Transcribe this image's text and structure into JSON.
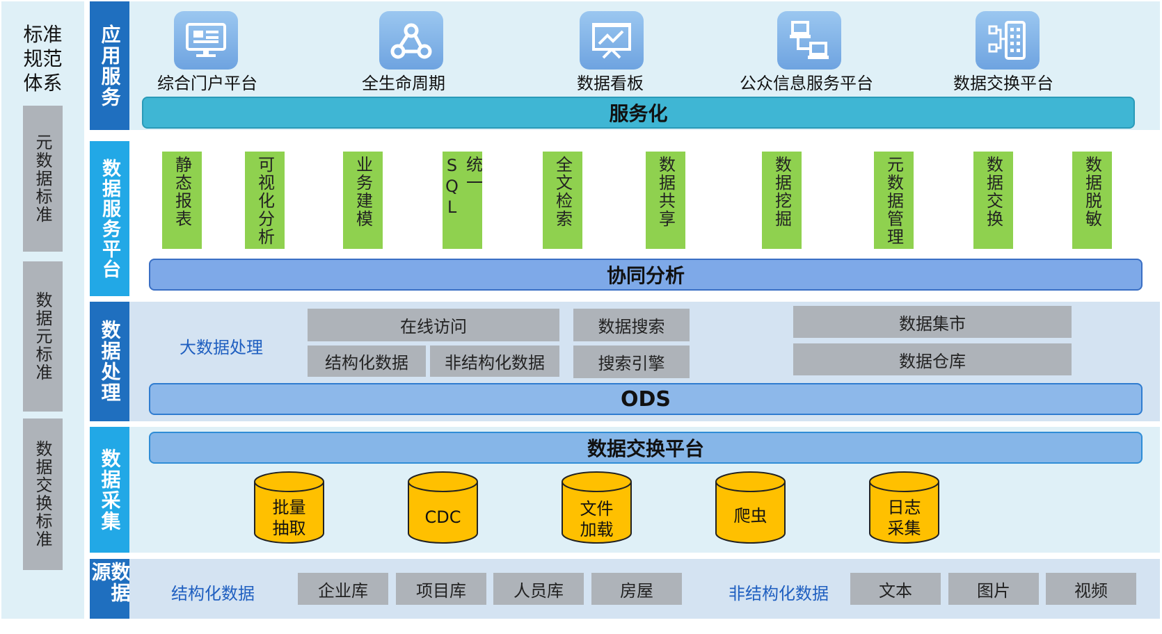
{
  "standards": {
    "title": "标准\n规范\n体系",
    "items": [
      "元数据标准",
      "数据元标准",
      "数据交换标准"
    ]
  },
  "app_layer": {
    "label": "应用服务",
    "apps": [
      {
        "label": "综合门户平台",
        "icon": "monitor-icon"
      },
      {
        "label": "全生命周期",
        "icon": "webhook-icon"
      },
      {
        "label": "数据看板",
        "icon": "dashboard-board-icon"
      },
      {
        "label": "公众信息服务平台",
        "icon": "network-computers-icon"
      },
      {
        "label": "数据交换平台",
        "icon": "hierarchy-exchange-icon"
      }
    ],
    "bar": "服务化"
  },
  "service_layer": {
    "label": "数据服务平台",
    "items": [
      "静态报表",
      "可视化分析",
      "业务建模",
      "统一SQL",
      "全文检索",
      "数据共享",
      "数据挖掘",
      "元数据管理",
      "数据交换",
      "数据脱敏"
    ],
    "bar": "协同分析"
  },
  "processing_layer": {
    "label": "数据处理",
    "big_data": "大数据处理",
    "online_access": "在线访问",
    "structured": "结构化数据",
    "unstructured": "非结构化数据",
    "data_search": "数据搜索",
    "search_engine": "搜索引擎",
    "data_mart": "数据集市",
    "data_warehouse": "数据仓库",
    "bar": "ODS"
  },
  "collection_layer": {
    "label": "数据采集",
    "bar": "数据交换平台",
    "cylinders": [
      "批量\n抽取",
      "CDC",
      "文件\n加载",
      "爬虫",
      "日志\n采集"
    ]
  },
  "source_layer": {
    "label": "数据源",
    "structured_label": "结构化数据",
    "structured_items": [
      "企业库",
      "项目库",
      "人员库",
      "房屋"
    ],
    "unstructured_label": "非结构化数据",
    "unstructured_items": [
      "文本",
      "图片",
      "视频"
    ]
  },
  "colors": {
    "band_light": "#dff0f7",
    "band_gray_blue": "#d4e3f2",
    "label_dark": "#1f6fbf",
    "label_light": "#22a8e6",
    "green": "#8fd14f",
    "gray": "#aeb3b9",
    "cylinder": "#ffc000"
  }
}
